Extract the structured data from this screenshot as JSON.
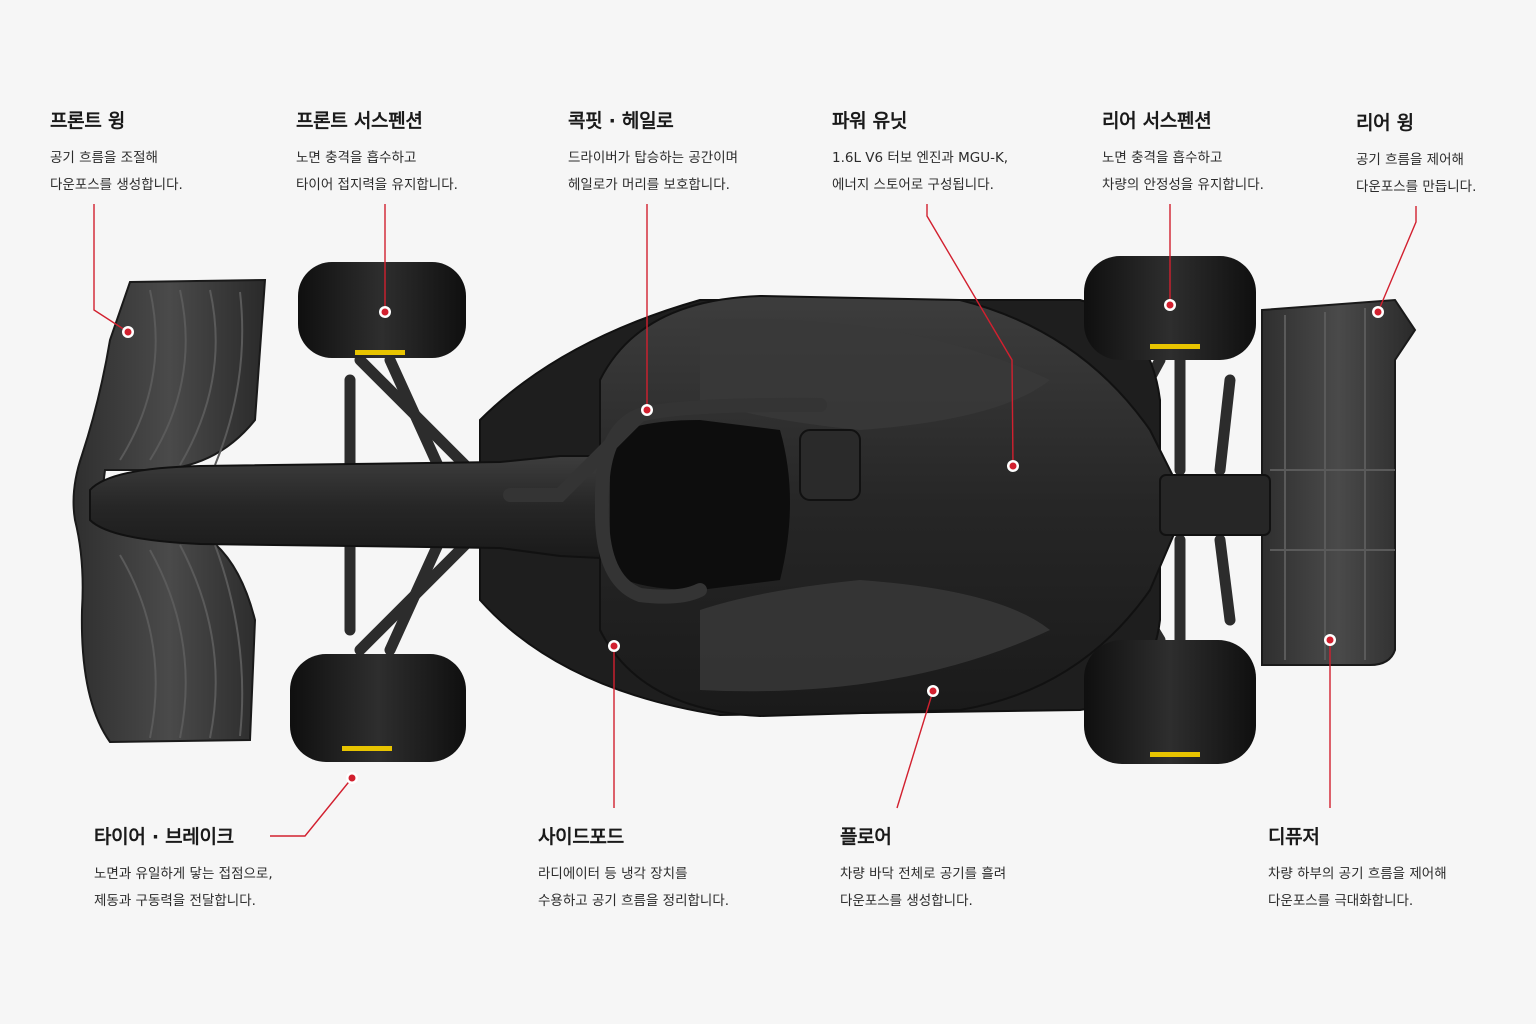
{
  "labels": {
    "front_wing": {
      "title": "프론트 윙",
      "lines": [
        "공기 흐름을 조절해",
        "다운포스를 생성합니다."
      ]
    },
    "front_suspension": {
      "title": "프론트 서스펜션",
      "lines": [
        "노면 충격을 흡수하고",
        "타이어 접지력을 유지합니다."
      ]
    },
    "cockpit_halo": {
      "title": "콕핏 · 헤일로",
      "lines": [
        "드라이버가 탑승하는 공간이며",
        "헤일로가 머리를 보호합니다."
      ]
    },
    "power_unit": {
      "title": "파워 유닛",
      "lines": [
        "1.6L V6 터보 엔진과 MGU-K,",
        "에너지 스토어로 구성됩니다."
      ]
    },
    "rear_suspension": {
      "title": "리어 서스펜션",
      "lines": [
        "노면 충격을 흡수하고",
        "차량의 안정성을 유지합니다."
      ]
    },
    "rear_wing": {
      "title": "리어 윙",
      "lines": [
        "공기 흐름을 제어해",
        "다운포스를 만듭니다."
      ]
    },
    "tire_brake": {
      "title": "타이어 · 브레이크",
      "lines": [
        "노면과 유일하게 닿는 접점으로,",
        "제동과 구동력을 전달합니다."
      ]
    },
    "sidepod": {
      "title": "사이드포드",
      "lines": [
        "라디에이터 등 냉각 장치를",
        "수용하고 공기 흐름을 정리합니다."
      ]
    },
    "floor": {
      "title": "플로어",
      "lines": [
        "차량 바닥 전체로 공기를 흘려",
        "다운포스를 생성합니다."
      ]
    },
    "diffuser": {
      "title": "디퓨저",
      "lines": [
        "차량 하부의 공기 흐름을 제어해",
        "다운포스를 극대화합니다."
      ]
    }
  },
  "colors": {
    "accent": "#d2202f",
    "background": "#f6f6f6",
    "carbon": "#2a2a2a",
    "tire": "#1c1c1c",
    "tire_stripe": "#e8c400"
  }
}
